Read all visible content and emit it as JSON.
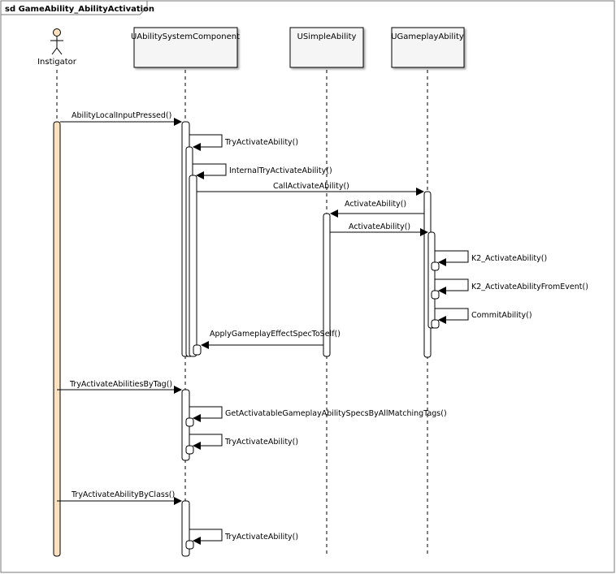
{
  "frame": {
    "title": "sd GameAbility_AbilityActivation"
  },
  "actor": {
    "name": "Instigator"
  },
  "participants": [
    {
      "id": "asc",
      "name": "UAbilitySystemComponent"
    },
    {
      "id": "simple",
      "name": "USimpleAbility"
    },
    {
      "id": "ga",
      "name": "UGameplayAbility"
    }
  ],
  "messages": [
    {
      "id": "m1",
      "label": "AbilityLocalInputPressed()"
    },
    {
      "id": "m2",
      "label": "TryActivateAbility()"
    },
    {
      "id": "m3",
      "label": "InternalTryActivateAbility()"
    },
    {
      "id": "m4",
      "label": "CallActivateAbility()"
    },
    {
      "id": "m5",
      "label": "ActivateAbility()"
    },
    {
      "id": "m6",
      "label": "ActivateAbility()"
    },
    {
      "id": "m7",
      "label": "K2_ActivateAbility()"
    },
    {
      "id": "m8",
      "label": "K2_ActivateAbilityFromEvent()"
    },
    {
      "id": "m9",
      "label": "CommitAbility()"
    },
    {
      "id": "m10",
      "label": "ApplyGameplayEffectSpecToSelf()"
    },
    {
      "id": "m11",
      "label": "TryActivateAbilitiesByTag()"
    },
    {
      "id": "m12",
      "label": "GetActivatableGameplayAbilitySpecsByAllMatchingTags()"
    },
    {
      "id": "m13",
      "label": "TryActivateAbility()"
    },
    {
      "id": "m14",
      "label": "TryActivateAbilityByClass()"
    },
    {
      "id": "m15",
      "label": "TryActivateAbility()"
    }
  ],
  "colors": {
    "actor_activation": "#fbe1bf",
    "header_fill": "#f5f5f5",
    "frame_tab": "#ffffff"
  }
}
